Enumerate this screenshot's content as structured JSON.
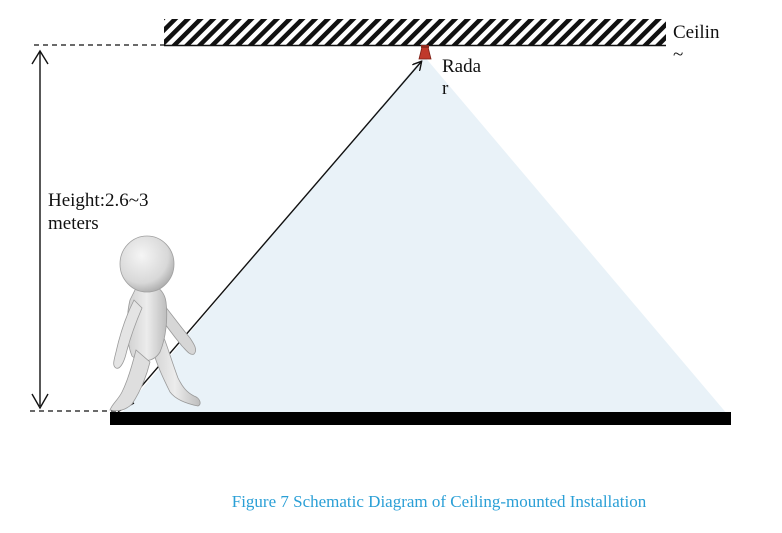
{
  "labels": {
    "ceiling": "Ceilin\n~",
    "radar": "Rada\nr",
    "height": "Height:2.6~3\nmeters"
  },
  "caption": "Figure 7 Schematic Diagram of Ceiling-mounted Installation",
  "colors": {
    "cone_fill": "#e9f2f8",
    "radar_body": "#c0392b",
    "caption": "#2a9fd6",
    "floor": "#000000"
  },
  "icons": {
    "person": "walking-person-figure",
    "radar": "radar-sensor-icon"
  }
}
